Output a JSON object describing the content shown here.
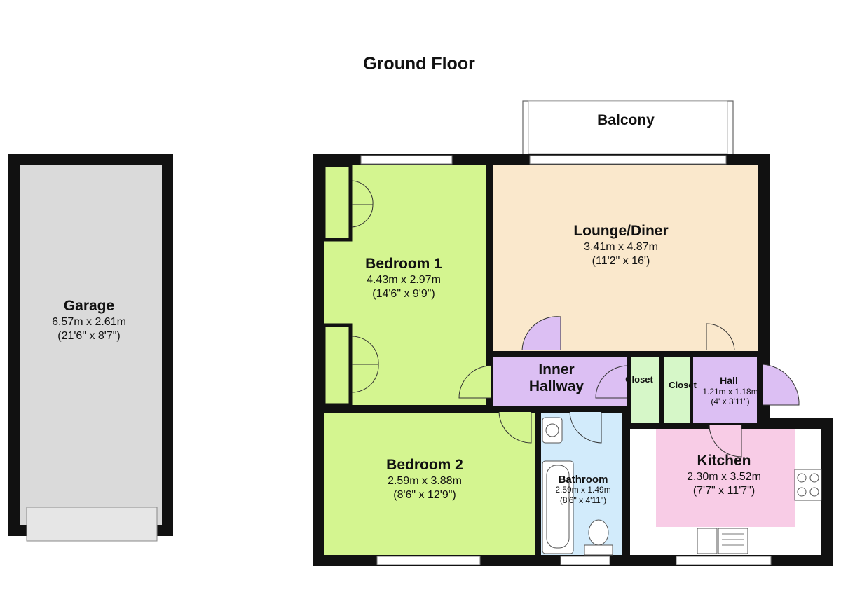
{
  "floor_title": "Ground Floor",
  "colors": {
    "wall": "#111111",
    "garage": "#dadada",
    "bedroom": "#d4f590",
    "lounge": "#fae8cc",
    "hallway": "#dcbff3",
    "closet": "#d6f7c8",
    "bathroom": "#d2ebfb",
    "kitchen": "#f8cce6"
  },
  "rooms": {
    "garage": {
      "name": "Garage",
      "metric": "6.57m x 2.61m",
      "imperial": "(21'6\" x 8'7\")"
    },
    "bedroom1": {
      "name": "Bedroom 1",
      "metric": "4.43m x 2.97m",
      "imperial": "(14'6\" x 9'9\")"
    },
    "lounge": {
      "name": "Lounge/Diner",
      "metric": "3.41m x 4.87m",
      "imperial": "(11'2\" x 16')"
    },
    "inner_hall": {
      "name_line1": "Inner",
      "name_line2": "Hallway"
    },
    "closet1": {
      "name": "Closet"
    },
    "closet2": {
      "name": "Closet"
    },
    "hall": {
      "name": "Hall",
      "metric": "1.21m x 1.18m",
      "imperial": "(4' x 3'11\")"
    },
    "bedroom2": {
      "name": "Bedroom 2",
      "metric": "2.59m x 3.88m",
      "imperial": "(8'6\" x 12'9\")"
    },
    "bathroom": {
      "name": "Bathroom",
      "metric": "2.59m x 1.49m",
      "imperial": "(8'6\" x 4'11\")"
    },
    "kitchen": {
      "name": "Kitchen",
      "metric": "2.30m x 3.52m",
      "imperial": "(7'7\" x 11'7\")"
    },
    "balcony": {
      "name": "Balcony"
    }
  }
}
